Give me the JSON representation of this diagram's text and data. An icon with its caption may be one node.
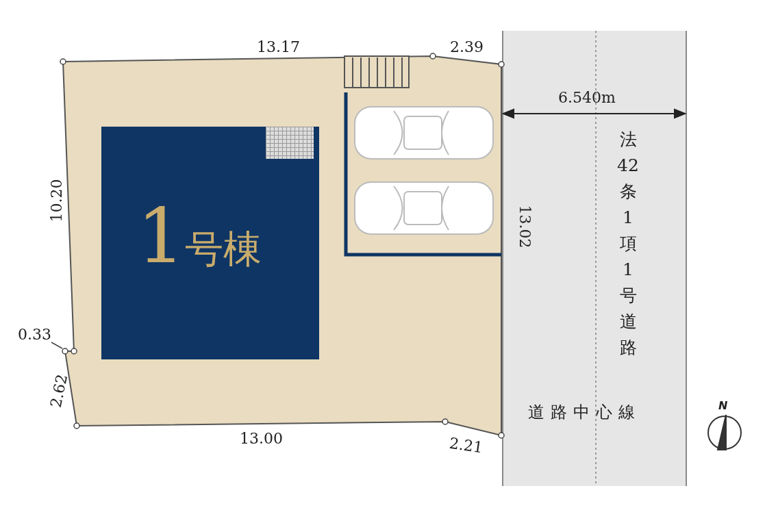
{
  "diagram": {
    "nodes": [
      {
        "text": [
          "1号棟"
        ]
      },
      {
        "text": [
          "法42条1項1号道路",
          "道路中心線"
        ]
      },
      {
        "text": [
          "0.33"
        ]
      },
      {
        "text": [],
        "shape": "circle"
      }
    ],
    "edges": [
      {
        "from": 2,
        "to": 3,
        "arrow": "none"
      }
    ],
    "labels": [
      "13.17",
      "2.39",
      "6.540m",
      "10.20",
      "13.02",
      "2.62",
      "13.00",
      "2.21",
      "N"
    ]
  }
}
